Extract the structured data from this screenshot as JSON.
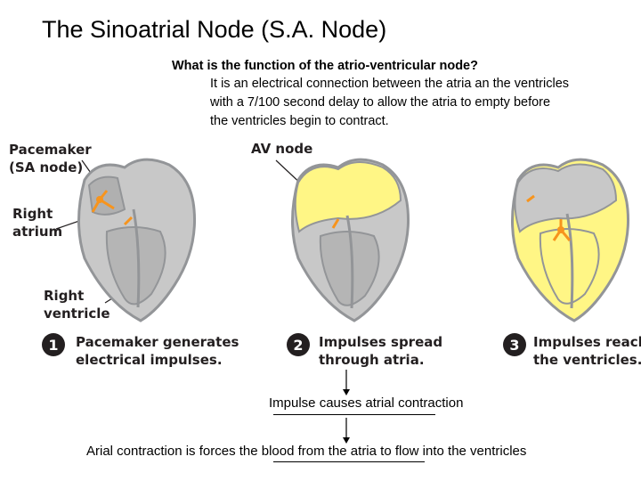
{
  "title": "The Sinoatrial Node (S.A. Node)",
  "question": "What is the function of the atrio-ventricular node?",
  "answer_lines": [
    "It is an electrical connection between the atria an the ventricles",
    "with a 7/100 second delay to allow the atria to empty before",
    "the ventricles begin to contract."
  ],
  "labels": {
    "pacemaker": [
      "Pacemaker",
      "(SA node)"
    ],
    "right_atrium": [
      "Right",
      "atrium"
    ],
    "right_ventricle": [
      "Right",
      "ventricle"
    ],
    "av_node": "AV node"
  },
  "steps": [
    {
      "number": "1",
      "lines": [
        "Pacemaker generates",
        "electrical impulses."
      ]
    },
    {
      "number": "2",
      "lines": [
        "Impulses spread",
        "through atria."
      ]
    },
    {
      "number": "3",
      "lines": [
        "Impulses reach",
        "the ventricles."
      ]
    }
  ],
  "flow": {
    "step1": "Impulse causes atrial contraction",
    "step2": "Arial contraction is forces the blood from the atria to flow into the ventricles"
  },
  "colors": {
    "heart_gray": "#c8c8c8",
    "heart_dark": "#939598",
    "highlight_yellow": "#fff685",
    "impulse_orange": "#f7941d"
  }
}
